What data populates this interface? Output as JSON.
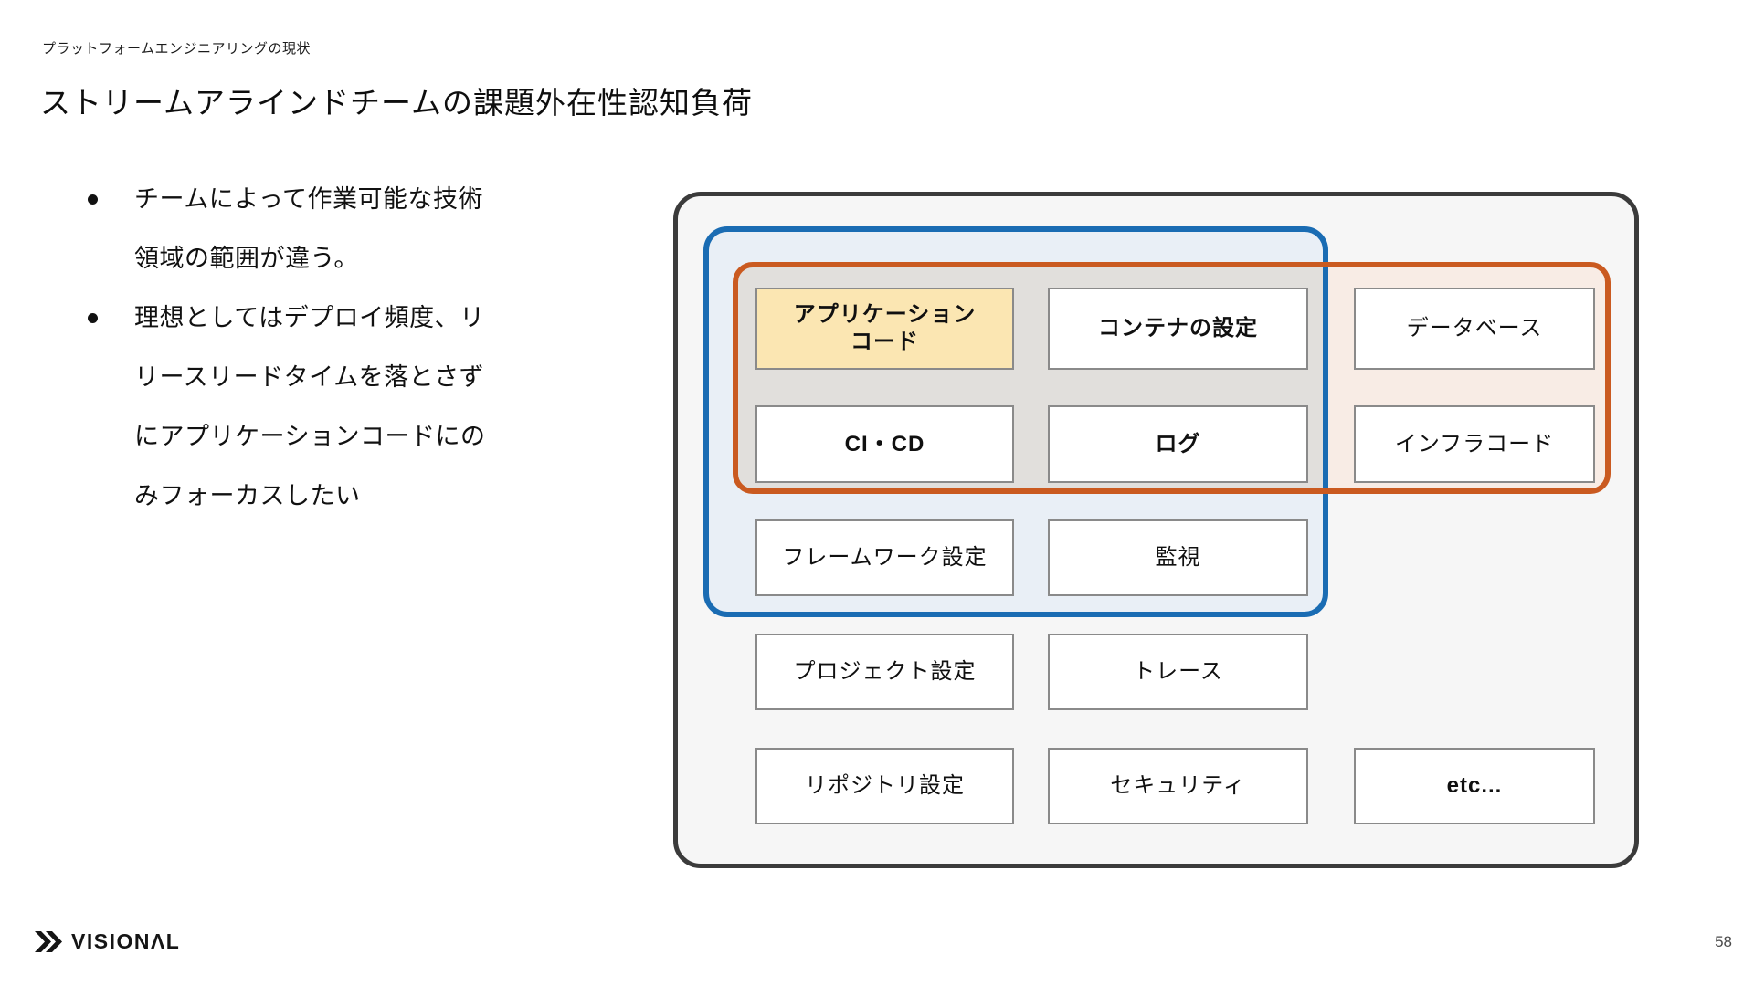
{
  "slide": {
    "kicker": "プラットフォームエンジニアリングの現状",
    "title": "ストリームアラインドチームの課題外在性認知負荷",
    "bullets": [
      "チームによって作業可能な技術領域の範囲が違う。",
      "理想としてはデプロイ頻度、リリースリードタイムを落とさずにアプリケーションコードにのみフォーカスしたい"
    ],
    "brand": "VISIONΛL",
    "page_number": "58"
  },
  "diagram": {
    "boxes": [
      {
        "label": "アプリケーション\nコード",
        "row": 1,
        "col": 1,
        "bold": true,
        "highlight": true
      },
      {
        "label": "コンテナの設定",
        "row": 1,
        "col": 2,
        "bold": true,
        "highlight": false
      },
      {
        "label": "データベース",
        "row": 1,
        "col": 3,
        "bold": false,
        "highlight": false
      },
      {
        "label": "CI・CD",
        "row": 2,
        "col": 1,
        "bold": true,
        "highlight": false
      },
      {
        "label": "ログ",
        "row": 2,
        "col": 2,
        "bold": true,
        "highlight": false
      },
      {
        "label": "インフラコード",
        "row": 2,
        "col": 3,
        "bold": false,
        "highlight": false
      },
      {
        "label": "フレームワーク設定",
        "row": 3,
        "col": 1,
        "bold": false,
        "highlight": false
      },
      {
        "label": "監視",
        "row": 3,
        "col": 2,
        "bold": false,
        "highlight": false
      },
      {
        "label": "プロジェクト設定",
        "row": 4,
        "col": 1,
        "bold": false,
        "highlight": false
      },
      {
        "label": "トレース",
        "row": 4,
        "col": 2,
        "bold": false,
        "highlight": false
      },
      {
        "label": "リポジトリ設定",
        "row": 5,
        "col": 1,
        "bold": false,
        "highlight": false
      },
      {
        "label": "セキュリティ",
        "row": 5,
        "col": 2,
        "bold": false,
        "highlight": false
      },
      {
        "label": "etc...",
        "row": 5,
        "col": 3,
        "bold": true,
        "highlight": false
      }
    ],
    "colors": {
      "blue_border": "#1a6cb3",
      "blue_fill": "#e9eff6",
      "orange_border": "#ca5a20",
      "orange_fill": "#f8ece5",
      "intersection_fill": "#e1dfdc",
      "highlight_fill": "#fbe6b2",
      "container_fill": "#f6f6f6",
      "container_border": "#3b3b3b",
      "box_border": "#8a8a8a"
    }
  }
}
